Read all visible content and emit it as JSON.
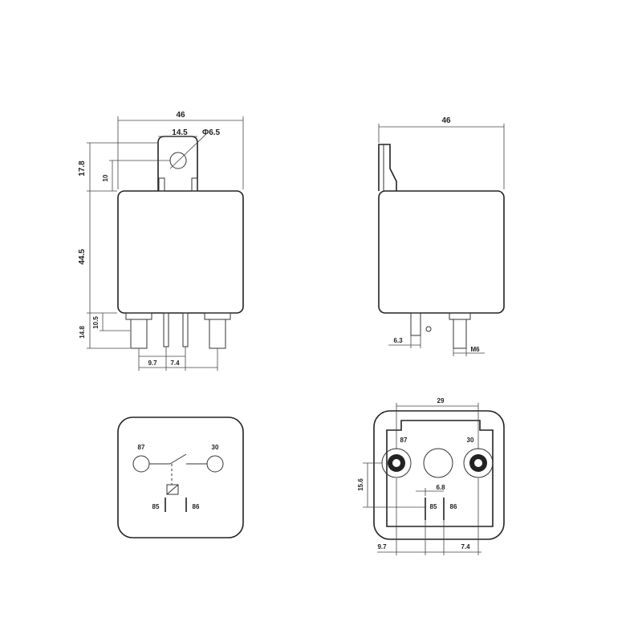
{
  "diagram": {
    "front_view": {
      "width": "46",
      "tab_width": "14.5",
      "hole_diameter": "Φ6.5",
      "total_height_top": "17.8",
      "tab_height": "10",
      "body_height": "44.5",
      "terminal_length": "14.8",
      "terminal_short": "10.5",
      "pitch_left": "9.7",
      "pitch_right": "7.4"
    },
    "side_view": {
      "width": "46",
      "blade_width": "6.3",
      "stud": "M6"
    },
    "schematic": {
      "pin_87": "87",
      "pin_30": "30",
      "pin_85": "85",
      "pin_86": "86"
    },
    "bottom_view": {
      "pin_spacing": "29",
      "pin_87": "87",
      "pin_30": "30",
      "height_offset": "15.6",
      "blade_gap": "6.8",
      "pin_85": "85",
      "pin_86": "86",
      "pitch_left": "9.7",
      "pitch_right": "7.4"
    }
  },
  "colors": {
    "line": "#333333",
    "fill": "#ffffff"
  }
}
